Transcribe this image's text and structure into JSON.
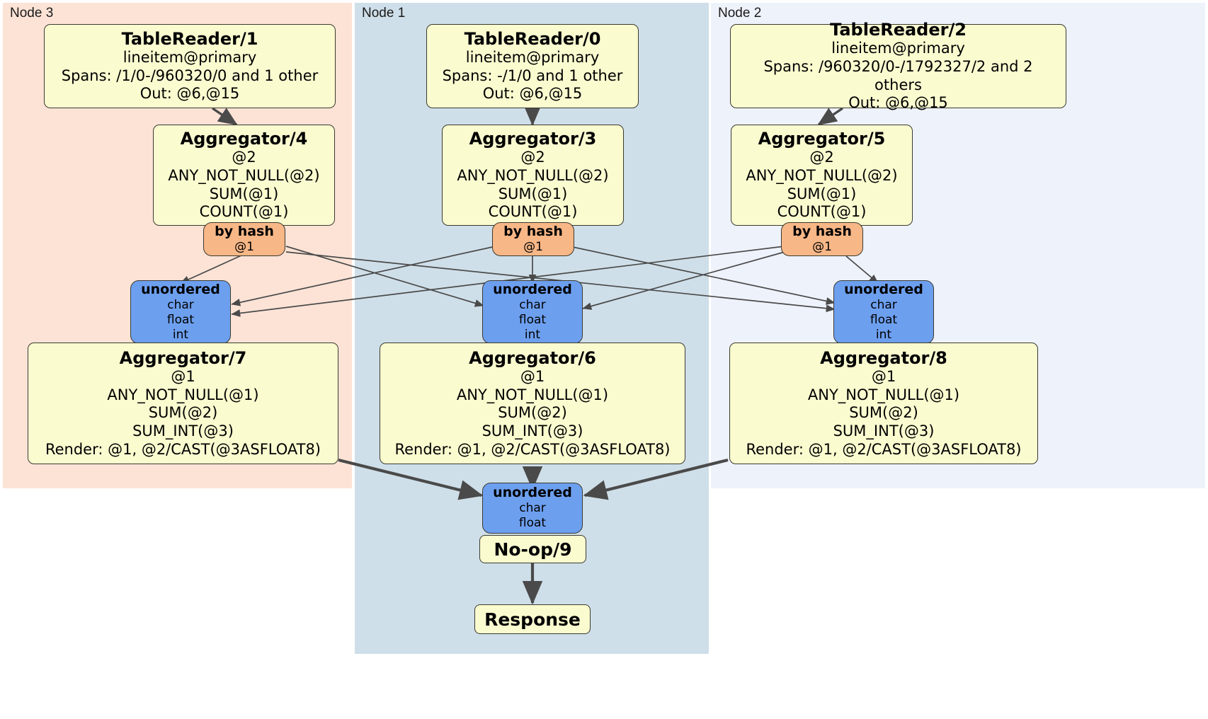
{
  "diagram": {
    "title": "Distributed query plan",
    "colors": {
      "node3_panel": "#fce3d6",
      "node1_panel": "#cfdfe9",
      "node2_panel": "#eef2fb",
      "processor_box": "#fbfbd0",
      "hash_router": "#f7b787",
      "receiver": "#6d9fef",
      "edge": "#4a4a4a",
      "border": "#3a3a30"
    },
    "panels": [
      {
        "label": "Node 3"
      },
      {
        "label": "Node 1"
      },
      {
        "label": "Node 2"
      }
    ],
    "table_readers": [
      {
        "title": "TableReader/1",
        "lines": [
          "lineitem@primary",
          "Spans: /1/0-/960320/0 and 1 other",
          "Out: @6,@15"
        ]
      },
      {
        "title": "TableReader/0",
        "lines": [
          "lineitem@primary",
          "Spans: -/1/0 and 1 other",
          "Out: @6,@15"
        ]
      },
      {
        "title": "TableReader/2",
        "lines": [
          "lineitem@primary",
          "Spans: /960320/0-/1792327/2 and 2 others",
          "Out: @6,@15"
        ]
      }
    ],
    "local_aggregators": [
      {
        "title": "Aggregator/4",
        "lines": [
          "@2",
          "ANY_NOT_NULL(@2)",
          "SUM(@1)",
          "COUNT(@1)"
        ]
      },
      {
        "title": "Aggregator/3",
        "lines": [
          "@2",
          "ANY_NOT_NULL(@2)",
          "SUM(@1)",
          "COUNT(@1)"
        ]
      },
      {
        "title": "Aggregator/5",
        "lines": [
          "@2",
          "ANY_NOT_NULL(@2)",
          "SUM(@1)",
          "COUNT(@1)"
        ]
      }
    ],
    "hash_routers": [
      {
        "title": "by hash",
        "lines": [
          "@1"
        ]
      },
      {
        "title": "by hash",
        "lines": [
          "@1"
        ]
      },
      {
        "title": "by hash",
        "lines": [
          "@1"
        ]
      }
    ],
    "receivers": [
      {
        "title": "unordered",
        "lines": [
          "char",
          "float",
          "int"
        ]
      },
      {
        "title": "unordered",
        "lines": [
          "char",
          "float",
          "int"
        ]
      },
      {
        "title": "unordered",
        "lines": [
          "char",
          "float",
          "int"
        ]
      }
    ],
    "final_aggregators": [
      {
        "title": "Aggregator/7",
        "lines": [
          "@1",
          "ANY_NOT_NULL(@1)",
          "SUM(@2)",
          "SUM_INT(@3)",
          "Render: @1, @2/CAST(@3ASFLOAT8)"
        ]
      },
      {
        "title": "Aggregator/6",
        "lines": [
          "@1",
          "ANY_NOT_NULL(@1)",
          "SUM(@2)",
          "SUM_INT(@3)",
          "Render: @1, @2/CAST(@3ASFLOAT8)"
        ]
      },
      {
        "title": "Aggregator/8",
        "lines": [
          "@1",
          "ANY_NOT_NULL(@1)",
          "SUM(@2)",
          "SUM_INT(@3)",
          "Render: @1, @2/CAST(@3ASFLOAT8)"
        ]
      }
    ],
    "final_receiver": {
      "title": "unordered",
      "lines": [
        "char",
        "float"
      ]
    },
    "noop": {
      "title": "No-op/9"
    },
    "response": {
      "title": "Response"
    }
  }
}
